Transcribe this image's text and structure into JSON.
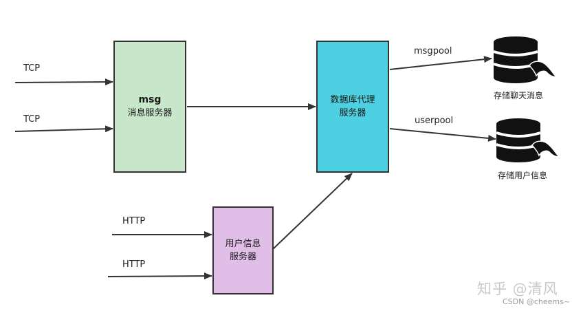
{
  "nodes": {
    "msg_server": {
      "title": "msg",
      "subtitle": "消息服务器",
      "fill": "#c8e6c9"
    },
    "db_proxy": {
      "line1": "数据库代理",
      "line2": "服务器",
      "fill": "#4dd0e1"
    },
    "user_server": {
      "line1": "用户信息",
      "line2": "服务器",
      "fill": "#e1bee7"
    }
  },
  "edge_labels": {
    "tcp_1": "TCP",
    "tcp_2": "TCP",
    "http_1": "HTTP",
    "http_2": "HTTP",
    "msgpool": "msgpool",
    "userpool": "userpool"
  },
  "storage": {
    "chat": {
      "caption": "存储聊天消息",
      "icon": "database-mysql-icon"
    },
    "user": {
      "caption": "存储用户信息",
      "icon": "database-mysql-icon"
    }
  },
  "watermark": {
    "zhihu": "知乎 @清风",
    "csdn": "CSDN @cheems~"
  }
}
